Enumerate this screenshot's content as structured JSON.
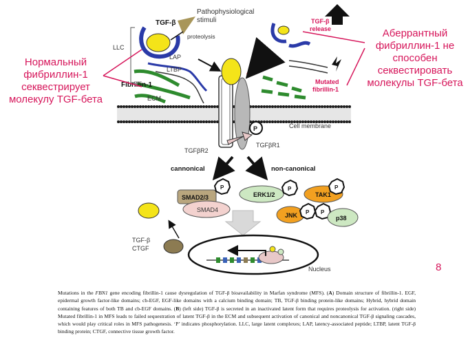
{
  "diagram": {
    "tgf_beta": "TGF-β",
    "pathophysiological": "Pathophysiological",
    "stimuli": "stimuli",
    "proteolysis": "proteolysis",
    "llc": "LLC",
    "lap": "LAP",
    "ltbp": "LTBP",
    "fibrillin1": "Fibrillin-1",
    "ecm": "ECM",
    "tgf_release_1": "TGF-β",
    "tgf_release_2": "release",
    "mutated_1": "Mutated",
    "mutated_2": "fibrillin-1",
    "cell_membrane": "Cell membrane",
    "tgfbr2": "TGFβR2",
    "tgfbr1": "TGFβR1",
    "p": "P",
    "canonical": "cannonical",
    "non_canonical": "non-canonical",
    "smad23": "SMAD2/3",
    "smad4": "SMAD4",
    "erk12": "ERK1/2",
    "tak1": "TAK1",
    "jnk": "JNK",
    "p38": "p38",
    "tgf_ctgf_1": "TGF-β",
    "tgf_ctgf_2": "CTGF",
    "nucleus": "Nucleus"
  },
  "annotations": {
    "left": "Нормальный фибриллин-1 секвестрирует молекулу TGF-бета",
    "right": "Аберрантный фибриллин-1 не способен секвестировать молекулы TGF-бета"
  },
  "slide_number": "8",
  "caption": {
    "p1": "Mutations in the ",
    "gene": "FBN1",
    "p2": " gene encoding fibrillin-1 cause dysregulation of TGF-β bioavailability in Marfan syndrome (MFS). (",
    "a": "A",
    "p3": ") Domain structure of fibrillin-1. EGF, epidermal growth factor-like domains; cb-EGF, EGF-like domains with a calcium binding domain; TB, TGF-β binding protein-like domains; Hybrid, hybrid domain containing features of both TB and cb-EGF domains. (",
    "b": "B",
    "p4": ") (left side) TGF-β is secreted in an inactivated latent form that requires proteolysis for activation. (right side) Mutated fibrillin-1 in MFS leads to failed sequestration of latent TGF-β in the ECM and subsequent activation of canonical and noncanonical TGF-β signaling cascades, which would play critical roles in MFS pathogenesis. ‘P’ indicates phosphorylation. LLC, large latent complexes; LAP, latency-associated peptide; LTBP, latent TGF-β binding protein; CTGF, connective tissue growth factor."
  },
  "colors": {
    "accent": "#d6155a",
    "tgf_yellow": "#f4e419",
    "green": "#2e8b2e",
    "red_arrow": "#e0102a",
    "lap_blue": "#2a3aa8"
  }
}
